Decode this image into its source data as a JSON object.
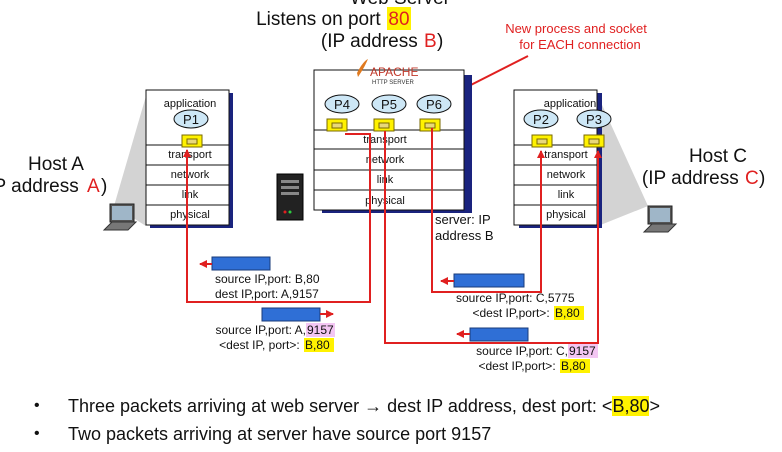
{
  "server": {
    "title_line1": "Web Server",
    "title_line2_prefix": "Listens on port ",
    "port": "80",
    "title_line3_prefix": "(IP address ",
    "ip": "B",
    "title_line3_suffix": ")",
    "apache_name": "APACHE",
    "apache_sub": "HTTP SERVER",
    "processes": [
      "P4",
      "P5",
      "P6"
    ],
    "layers": [
      "transport",
      "network",
      "link",
      "physical"
    ],
    "note_line1": "server: IP",
    "note_line2": "address B"
  },
  "annotation": {
    "line1": "New process and socket",
    "line2": "for EACH connection"
  },
  "hostA": {
    "name": "Host A",
    "ip_prefix": "IP address ",
    "ip": "A",
    "ip_suffix": ")",
    "layers": [
      "application",
      "transport",
      "network",
      "link",
      "physical"
    ],
    "process": "P1"
  },
  "hostC": {
    "name": "Host C",
    "ip_prefix": "(IP address ",
    "ip": "C",
    "ip_suffix": ")",
    "layers": [
      "application",
      "transport",
      "network",
      "link",
      "physical"
    ],
    "processes": [
      "P2",
      "P3"
    ]
  },
  "packets": {
    "p1_line1": "source IP,port: B,80",
    "p1_line2": "dest IP,port: A,9157",
    "p2_line1_prefix": "source IP,port: A,",
    "p2_line1_port": "9157",
    "p2_line2_prefix": "<dest IP, port>: ",
    "p2_line2_hl": "B,80",
    "p3_line1": "source IP,port: C,5775",
    "p3_line2_prefix": "<dest IP,port>: ",
    "p3_line2_hl": "B,80",
    "p4_line1_prefix": "source IP,port: C,",
    "p4_line1_port": "9157",
    "p4_line2_prefix": "<dest IP,port>: ",
    "p4_line2_hl": "B,80"
  },
  "bullets": {
    "b1_prefix": "Three packets arriving at web server ",
    "b1_arrow": "→",
    "b1_mid": " dest IP address, dest port: <",
    "b1_hl": "B,80",
    "b1_suffix": ">",
    "b2": "Two packets arriving at server have source port 9157"
  },
  "colors": {
    "red": "#e02020",
    "highlight": "#fff200",
    "pink": "#f3c6f3",
    "packet": "#2f6fd6",
    "socket": "#fff200",
    "process": "#cde7f6"
  }
}
